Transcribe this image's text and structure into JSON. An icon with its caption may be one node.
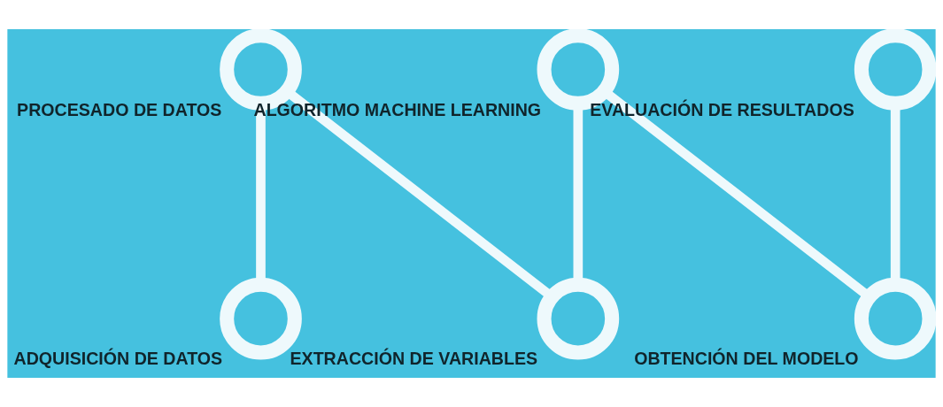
{
  "diagram": {
    "nodes": [
      {
        "text": [],
        "shape": "circle",
        "beside": [
          "ADQUISICIÓN DE DATOS"
        ]
      },
      {
        "text": [],
        "shape": "circle",
        "beside": [
          "PROCESADO DE DATOS"
        ]
      },
      {
        "text": [],
        "shape": "circle",
        "beside": [
          "EXTRACCIÓN DE VARIABLES"
        ]
      },
      {
        "text": [],
        "shape": "circle",
        "beside": [
          "ALGORITMO MACHINE LEARNING"
        ]
      },
      {
        "text": [],
        "shape": "circle",
        "beside": [
          "OBTENCIÓN DEL MODELO"
        ]
      },
      {
        "text": [],
        "shape": "circle",
        "beside": [
          "EVALUACIÓN DE RESULTADOS"
        ]
      }
    ],
    "edges": [
      {
        "from": 0,
        "to": 1,
        "arrow": "none"
      },
      {
        "from": 1,
        "to": 2,
        "arrow": "none"
      },
      {
        "from": 2,
        "to": 3,
        "arrow": "none"
      },
      {
        "from": 3,
        "to": 4,
        "arrow": "none"
      },
      {
        "from": 4,
        "to": 5,
        "arrow": "none"
      }
    ]
  }
}
